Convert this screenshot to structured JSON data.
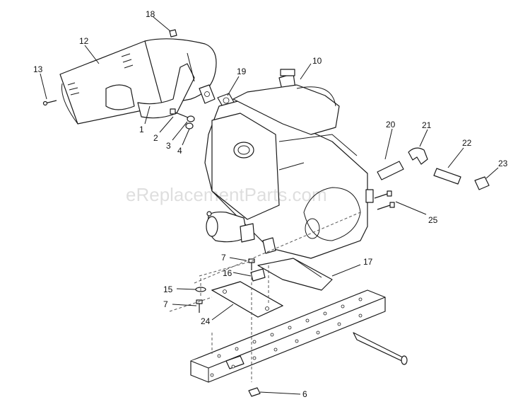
{
  "watermark": "eReplacementParts.com",
  "callouts": {
    "c1": "1",
    "c2": "2",
    "c3": "3",
    "c4": "4",
    "c6": "6",
    "c7a": "7",
    "c7b": "7",
    "c10": "10",
    "c12": "12",
    "c13": "13",
    "c15": "15",
    "c16": "16",
    "c17": "17",
    "c18": "18",
    "c19": "19",
    "c20": "20",
    "c21": "21",
    "c22": "22",
    "c23": "23",
    "c24": "24",
    "c25": "25"
  }
}
